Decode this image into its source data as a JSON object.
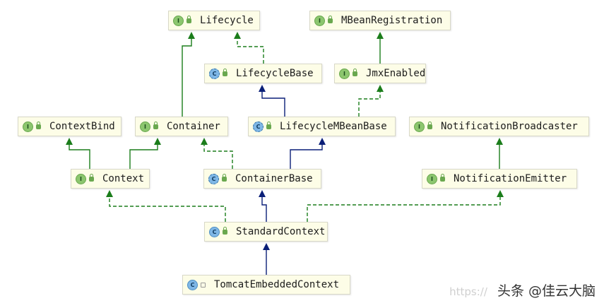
{
  "diagram": {
    "nodes": [
      {
        "id": "Lifecycle",
        "label": "Lifecycle",
        "kind": "interface"
      },
      {
        "id": "MBeanRegistration",
        "label": "MBeanRegistration",
        "kind": "interface"
      },
      {
        "id": "LifecycleBase",
        "label": "LifecycleBase",
        "kind": "abstract"
      },
      {
        "id": "JmxEnabled",
        "label": "JmxEnabled",
        "kind": "interface"
      },
      {
        "id": "ContextBind",
        "label": "ContextBind",
        "kind": "interface"
      },
      {
        "id": "Container",
        "label": "Container",
        "kind": "interface"
      },
      {
        "id": "LifecycleMBeanBase",
        "label": "LifecycleMBeanBase",
        "kind": "abstract"
      },
      {
        "id": "NotificationBroadcaster",
        "label": "NotificationBroadcaster",
        "kind": "interface"
      },
      {
        "id": "Context",
        "label": "Context",
        "kind": "interface"
      },
      {
        "id": "ContainerBase",
        "label": "ContainerBase",
        "kind": "abstract"
      },
      {
        "id": "NotificationEmitter",
        "label": "NotificationEmitter",
        "kind": "interface"
      },
      {
        "id": "StandardContext",
        "label": "StandardContext",
        "kind": "class"
      },
      {
        "id": "TomcatEmbeddedContext",
        "label": "TomcatEmbeddedContext",
        "kind": "class"
      }
    ],
    "edges": [
      {
        "from": "Container",
        "to": "Lifecycle",
        "type": "extends-interface"
      },
      {
        "from": "LifecycleBase",
        "to": "Lifecycle",
        "type": "implements"
      },
      {
        "from": "JmxEnabled",
        "to": "MBeanRegistration",
        "type": "extends-interface"
      },
      {
        "from": "LifecycleMBeanBase",
        "to": "LifecycleBase",
        "type": "extends-class"
      },
      {
        "from": "LifecycleMBeanBase",
        "to": "JmxEnabled",
        "type": "implements"
      },
      {
        "from": "Context",
        "to": "ContextBind",
        "type": "extends-interface"
      },
      {
        "from": "Context",
        "to": "Container",
        "type": "extends-interface"
      },
      {
        "from": "ContainerBase",
        "to": "Container",
        "type": "implements"
      },
      {
        "from": "ContainerBase",
        "to": "LifecycleMBeanBase",
        "type": "extends-class"
      },
      {
        "from": "NotificationEmitter",
        "to": "NotificationBroadcaster",
        "type": "extends-interface"
      },
      {
        "from": "StandardContext",
        "to": "Context",
        "type": "implements"
      },
      {
        "from": "StandardContext",
        "to": "ContainerBase",
        "type": "extends-class"
      },
      {
        "from": "StandardContext",
        "to": "NotificationEmitter",
        "type": "implements"
      },
      {
        "from": "TomcatEmbeddedContext",
        "to": "StandardContext",
        "type": "extends-class"
      }
    ],
    "colors": {
      "interface_arrow": "#1b7d1b",
      "class_arrow": "#0a1f78",
      "node_fill": "#fdfde7",
      "node_border": "#d8d8c8"
    },
    "icon_names": {
      "interface": "interface-icon",
      "class": "class-icon",
      "abstract": "abstract-class-icon"
    }
  },
  "watermark": {
    "faint_text": "https://",
    "text": "头条 @佳云大脑"
  }
}
